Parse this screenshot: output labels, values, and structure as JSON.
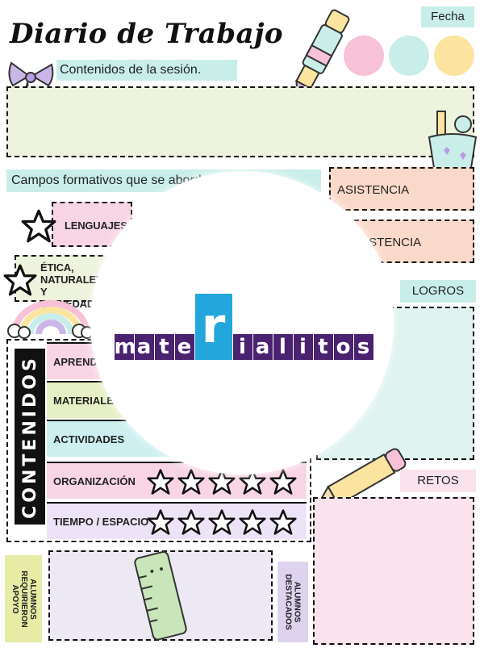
{
  "header": {
    "title": "Diario de Trabajo",
    "fecha_label": "Fecha",
    "dots": [
      "#f7c1d8",
      "#c9eee9",
      "#fbe4a0"
    ]
  },
  "session": {
    "label": "Contenidos de la sesión."
  },
  "campos": {
    "label": "Campos formativos que se abordan",
    "items": [
      "LENGUAJES",
      "ÉTICA, NATURALEZA Y SOCIEDADES"
    ]
  },
  "asistencia": {
    "label_1": "ASISTENCIA",
    "label_2": "INASISTENCIA"
  },
  "logros": {
    "label": "LOGROS"
  },
  "retos": {
    "label": "RETOS"
  },
  "contenidos": {
    "side_label": "CONTENIDOS",
    "rows": [
      {
        "label": "APRENDIZAJES",
        "color": "#f8d5e5"
      },
      {
        "label": "MATERIALES",
        "color": "#e6f0c4"
      },
      {
        "label": "ACTIVIDADES",
        "color": "#cdeff0"
      },
      {
        "label": "ORGANIZACIÓN",
        "color": "#f8d5e5"
      },
      {
        "label": "TIEMPO / ESPACIO",
        "color": "#ece4f6"
      }
    ]
  },
  "alumnos": {
    "requirieron_label": "ALUMNOS\nREQUIRIERON\nAPOYO",
    "destacados_label": "ALUMNOS\nDESTACADOS"
  },
  "watermark": {
    "logo_text": "materialitos",
    "logo_color": "#4a2270",
    "logo_accent": "#23a6db"
  }
}
